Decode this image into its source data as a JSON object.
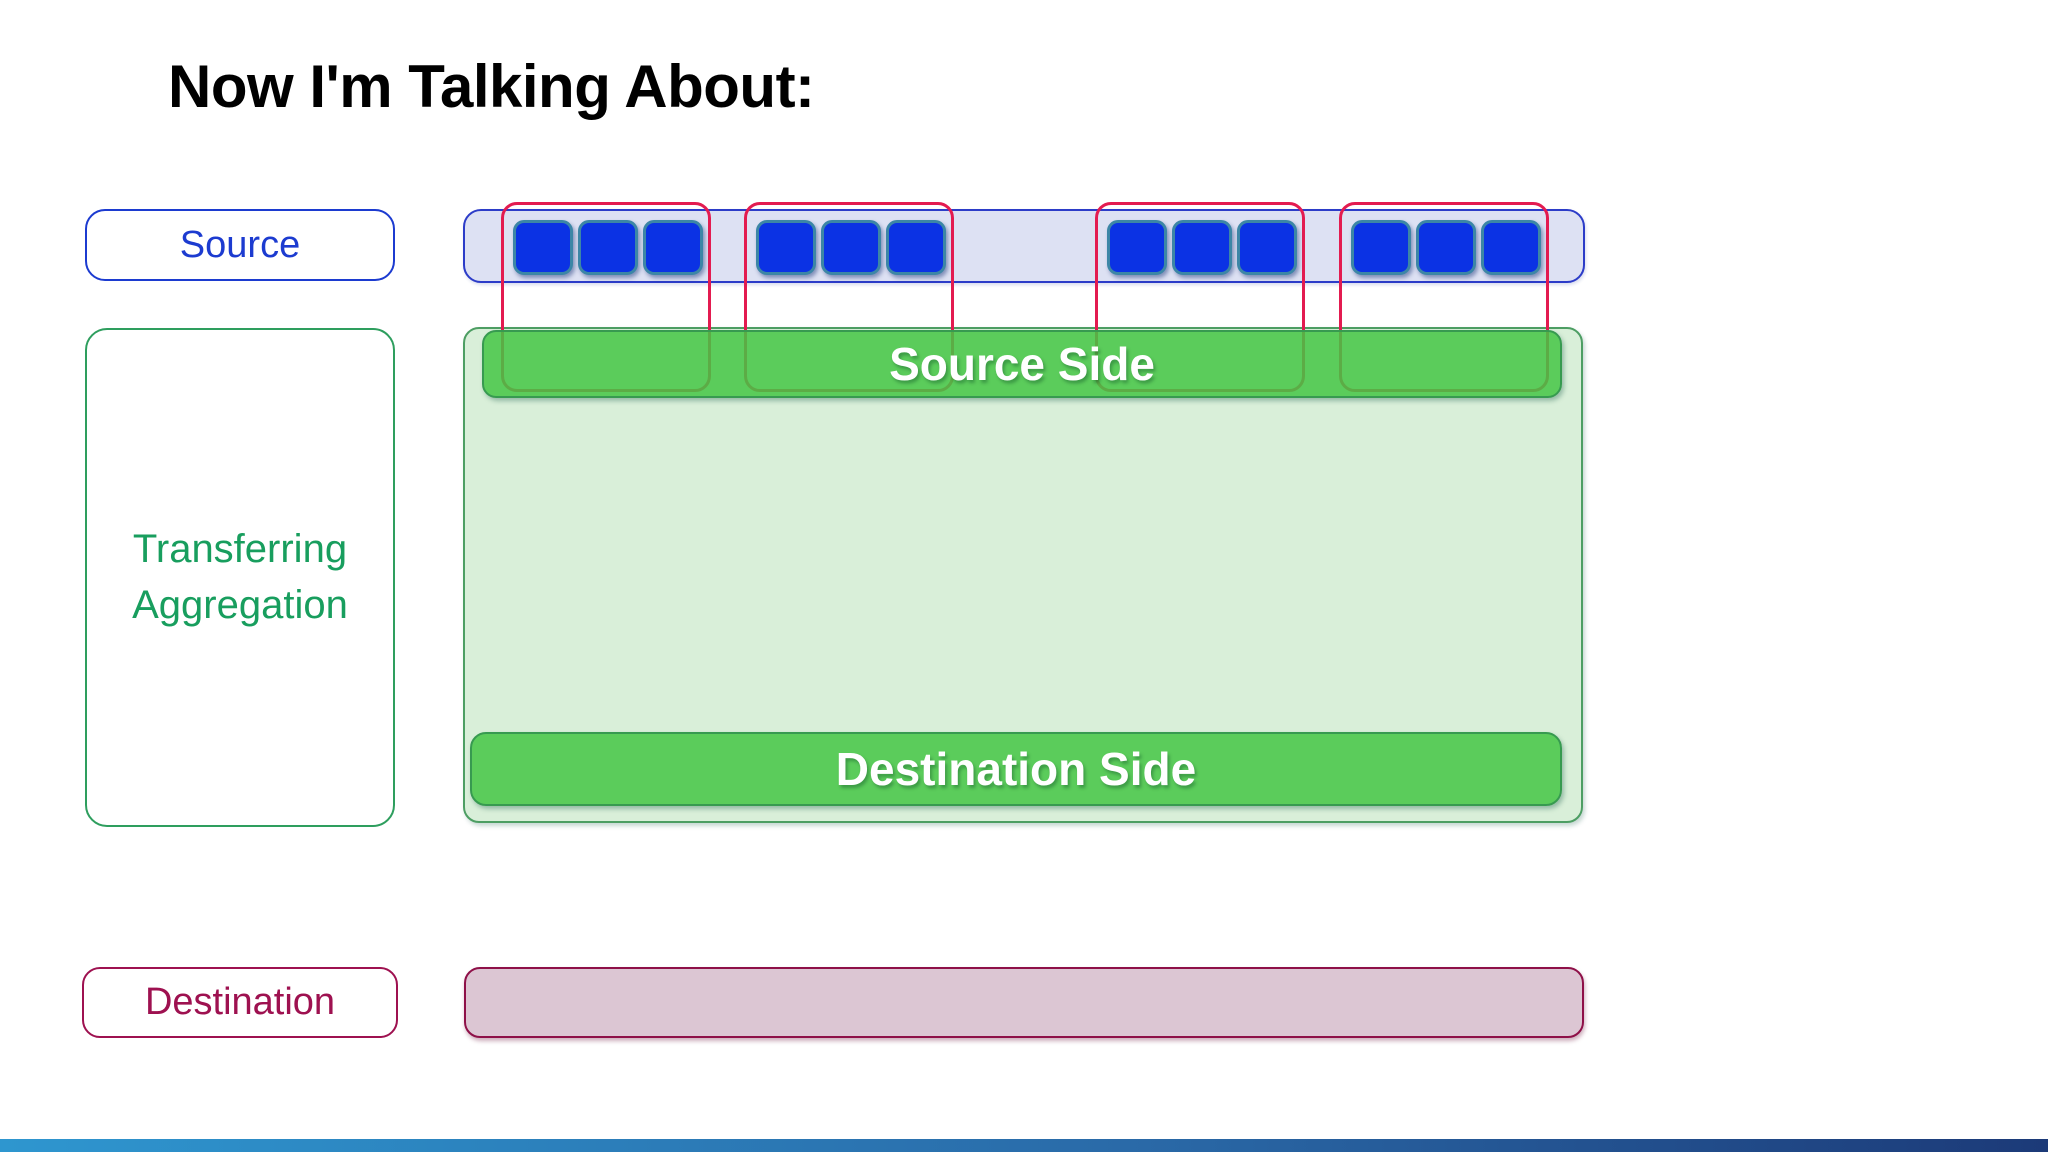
{
  "slide": {
    "title": "Now I'm Talking About:"
  },
  "left_column": {
    "source_label": "Source",
    "transferring_label_line1": "Transferring",
    "transferring_label_line2": "Aggregation",
    "destination_label": "Destination"
  },
  "diagram": {
    "source_side_label": "Source Side",
    "destination_side_label": "Destination Side",
    "group_count": 4,
    "squares_per_group": 3
  },
  "colors": {
    "title_color": "#000000",
    "blue_accent": "#1c3bd0",
    "strip_fill": "#dde1f3",
    "strip_border": "#2c3cc8",
    "square_fill": "#0b32e4",
    "square_border": "#3c86a6",
    "group_outline": "#e31b50",
    "container_fill": "#d9efd9",
    "container_border": "#4d9e63",
    "bar_green": "#44c544",
    "bar_border": "#379a50",
    "green_border": "#2e9e5e",
    "green_text": "#189e5e",
    "maroon": "#9e1150",
    "maroon_dark": "#8e1048",
    "pink_fill": "#dcc6d3",
    "grad_left": "#2e96cf",
    "grad_mid": "#2a6aa8",
    "grad_right": "#1c3a78"
  }
}
